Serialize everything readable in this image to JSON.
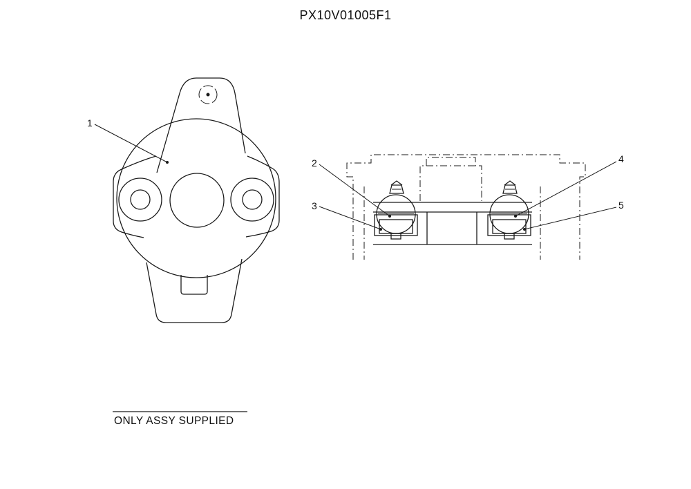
{
  "drawing_id": "PX10V01005F1",
  "callouts": [
    {
      "id": "callout-1",
      "label": "1"
    },
    {
      "id": "callout-2",
      "label": "2"
    },
    {
      "id": "callout-3",
      "label": "3"
    },
    {
      "id": "callout-4",
      "label": "4"
    },
    {
      "id": "callout-5",
      "label": "5"
    }
  ],
  "note": "ONLY ASSY SUPPLIED"
}
